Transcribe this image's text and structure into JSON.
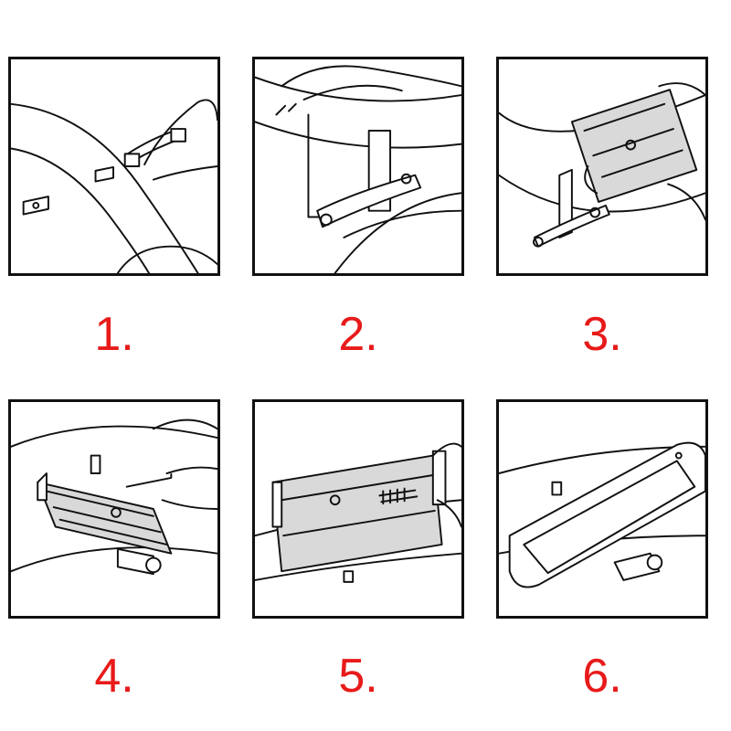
{
  "steps": [
    {
      "label": "1."
    },
    {
      "label": "2."
    },
    {
      "label": "3."
    },
    {
      "label": "4."
    },
    {
      "label": "5."
    },
    {
      "label": "6."
    }
  ],
  "colors": {
    "label": "#e81a1a",
    "frame": "#111111",
    "background": "#ffffff"
  }
}
